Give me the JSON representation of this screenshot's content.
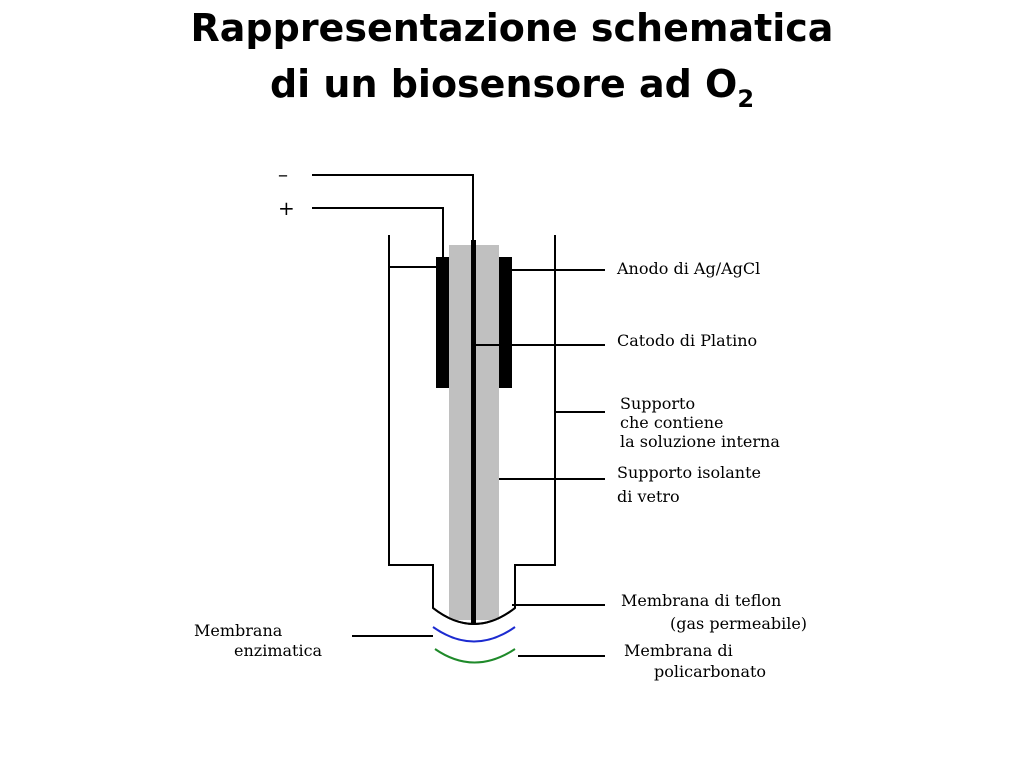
{
  "title": {
    "line1": "Rappresentazione schematica",
    "line2_prefix": "di un biosensore ad O",
    "line2_subscript": "2"
  },
  "terminals": {
    "minus": "–",
    "plus": "+"
  },
  "labels": {
    "anode": "Anodo di Ag/AgCl",
    "cathode": "Catodo di Platino",
    "support_line1": "Supporto",
    "support_line2": "che contiene",
    "support_line3": "la soluzione interna",
    "insulator_line1": "Supporto isolante",
    "insulator_line2": "di vetro",
    "teflon_line1": "Membrana di teflon",
    "teflon_line2": "(gas permeabile)",
    "polycarbonate_line1": "Membrana di",
    "polycarbonate_line2": "policarbonato",
    "enzyme_line1": "Membrana",
    "enzyme_line2": "enzimatica"
  },
  "colors": {
    "ink": "#000000",
    "glass": "#c0c0c0",
    "enzyme_membrane": "#1c2bd0",
    "polycarbonate_membrane": "#1f8a2a"
  }
}
